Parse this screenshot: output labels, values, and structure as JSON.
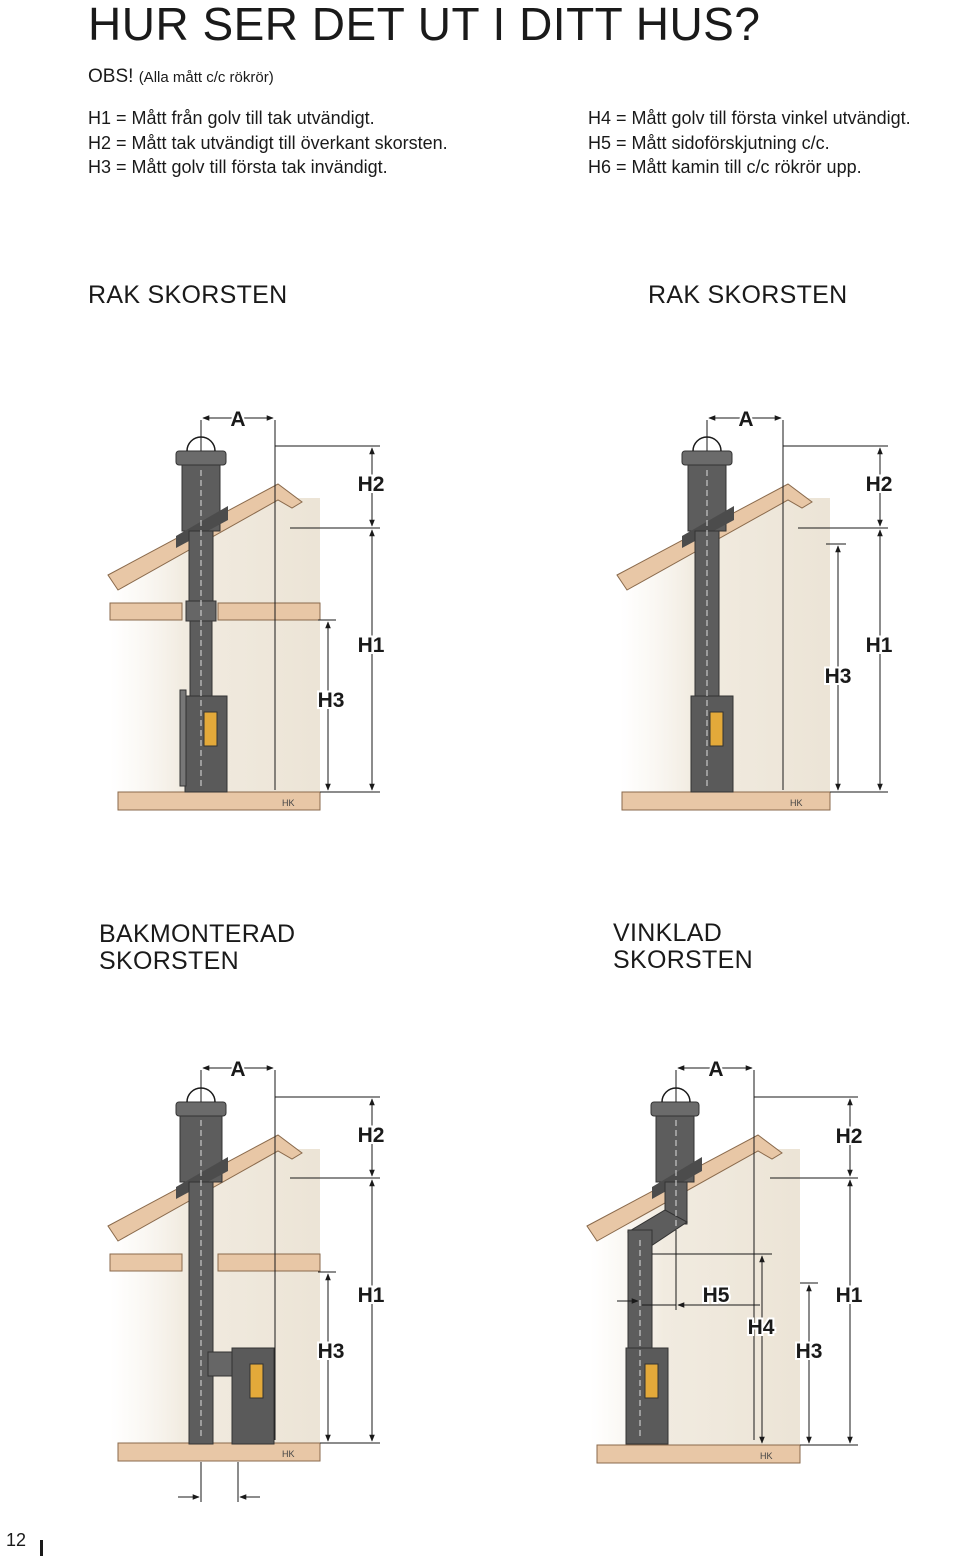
{
  "header": {
    "title": "HUR SER DET UT I DITT HUS?",
    "obs": "OBS!",
    "obs_note": "(Alla mått c/c rökrör)"
  },
  "legend_left": [
    "H1 = Mått från golv till tak utvändigt.",
    "H2 = Mått tak utvändigt till överkant skorsten.",
    "H3 = Mått golv till första tak invändigt."
  ],
  "legend_right": [
    "H4 = Mått golv till första vinkel utvändigt.",
    "H5 = Mått sidoförskjutning c/c.",
    "H6 = Mått kamin till c/c rökrör upp."
  ],
  "diagrams": [
    {
      "title": "RAK SKORSTEN",
      "labels": {
        "a": "A",
        "h2": "H2",
        "h1": "H1",
        "h3": "H3"
      },
      "mark": "HK"
    },
    {
      "title": "RAK SKORSTEN",
      "labels": {
        "a": "A",
        "h2": "H2",
        "h1": "H1",
        "h3": "H3"
      },
      "mark": "HK"
    },
    {
      "title_line1": "BAKMONTERAD",
      "title_line2": "SKORSTEN",
      "labels": {
        "a": "A",
        "h2": "H2",
        "h1": "H1",
        "h3": "H3"
      },
      "mark": "HK"
    },
    {
      "title_line1": "VINKLAD",
      "title_line2": "SKORSTEN",
      "labels": {
        "a": "A",
        "h2": "H2",
        "h1": "H1",
        "h3": "H3",
        "h4": "H4",
        "h5": "H5"
      },
      "mark": "HK"
    }
  ],
  "colors": {
    "wall": "#f1ebe0",
    "roof": "#e8c7a6",
    "pipe": "#5d5d5d",
    "flame": "#e3a93a"
  },
  "footer": {
    "page_number": "12"
  }
}
